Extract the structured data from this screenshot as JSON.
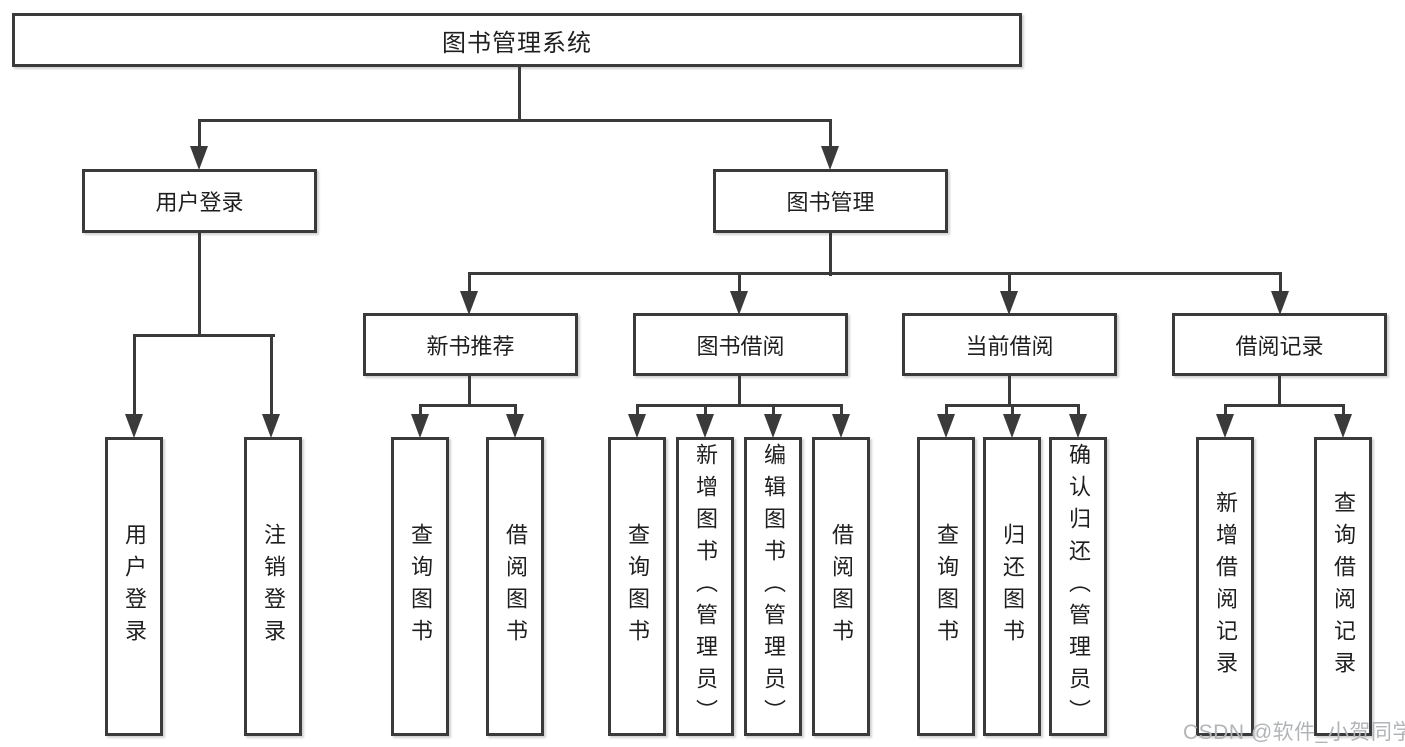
{
  "tree": {
    "label": "图书管理系统",
    "children": [
      {
        "label": "用户登录",
        "children": [
          {
            "label": "用户登录"
          },
          {
            "label": "注销登录"
          }
        ]
      },
      {
        "label": "图书管理",
        "children": [
          {
            "label": "新书推荐",
            "children": [
              {
                "label": "查询图书"
              },
              {
                "label": "借阅图书"
              }
            ]
          },
          {
            "label": "图书借阅",
            "children": [
              {
                "label": "查询图书"
              },
              {
                "label": "新增图书（管理员）"
              },
              {
                "label": "编辑图书（管理员）"
              },
              {
                "label": "借阅图书"
              }
            ]
          },
          {
            "label": "当前借阅",
            "children": [
              {
                "label": "查询图书"
              },
              {
                "label": "归还图书"
              },
              {
                "label": "确认归还（管理员）"
              }
            ]
          },
          {
            "label": "借阅记录",
            "children": [
              {
                "label": "新增借阅记录"
              },
              {
                "label": "查询借阅记录"
              }
            ]
          }
        ]
      }
    ]
  },
  "watermark": {
    "text": "CSDN @软件_小贺同学"
  },
  "colors": {
    "line": "#3a3a3a",
    "box_border": "#3a3a3a",
    "box_fill": "#ffffff",
    "text": "#1f1f1f",
    "watermark": "#b2b5b8",
    "background": "#ffffff"
  }
}
